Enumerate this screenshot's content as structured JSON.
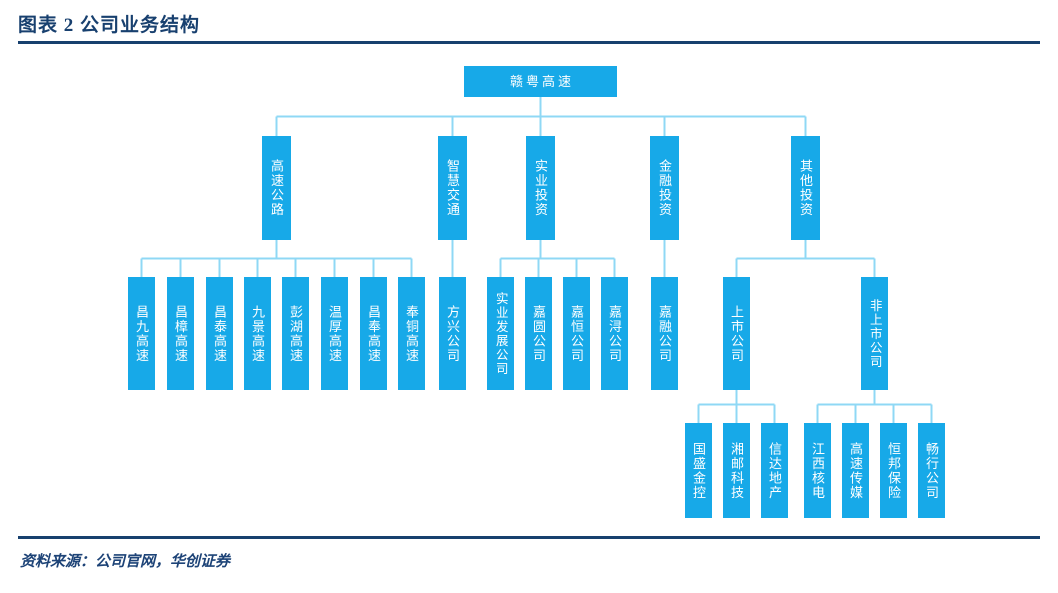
{
  "header": {
    "title": "图表 2  公司业务结构",
    "rule_color": "#17406E"
  },
  "footer": {
    "source": "资料来源：公司官网，华创证券"
  },
  "style": {
    "node_fill": "#17A9E8",
    "node_text": "#FFFFFF",
    "connector_color": "#8FD8F5"
  },
  "chart_data": {
    "type": "diagram",
    "diagram_kind": "organization-tree",
    "title": "图表 2  公司业务结构",
    "source": "资料来源：公司官网，华创证券",
    "root": "赣粤高速",
    "levels": [
      [
        "赣粤高速"
      ],
      [
        "高速公路",
        "智慧交通",
        "实业投资",
        "金融投资",
        "其他投资"
      ],
      [
        "昌九高速",
        "昌樟高速",
        "昌泰高速",
        "九景高速",
        "彭湖高速",
        "温厚高速",
        "昌奉高速",
        "奉铜高速",
        "方兴公司",
        "实业发展公司",
        "嘉圆公司",
        "嘉恒公司",
        "嘉浔公司",
        "嘉融公司",
        "上市公司",
        "非上市公司"
      ],
      [
        "国盛金控",
        "湘邮科技",
        "信达地产",
        "江西核电",
        "高速传媒",
        "恒邦保险",
        "畅行公司"
      ]
    ],
    "edges": [
      {
        "parent": "赣粤高速",
        "children": [
          "高速公路",
          "智慧交通",
          "实业投资",
          "金融投资",
          "其他投资"
        ]
      },
      {
        "parent": "高速公路",
        "children": [
          "昌九高速",
          "昌樟高速",
          "昌泰高速",
          "九景高速",
          "彭湖高速",
          "温厚高速",
          "昌奉高速",
          "奉铜高速"
        ]
      },
      {
        "parent": "智慧交通",
        "children": [
          "方兴公司"
        ]
      },
      {
        "parent": "实业投资",
        "children": [
          "实业发展公司",
          "嘉圆公司",
          "嘉恒公司",
          "嘉浔公司"
        ]
      },
      {
        "parent": "金融投资",
        "children": [
          "嘉融公司"
        ]
      },
      {
        "parent": "其他投资",
        "children": [
          "上市公司",
          "非上市公司"
        ]
      },
      {
        "parent": "上市公司",
        "children": [
          "国盛金控",
          "湘邮科技",
          "信达地产"
        ]
      },
      {
        "parent": "非上市公司",
        "children": [
          "江西核电",
          "高速传媒",
          "恒邦保险",
          "畅行公司"
        ]
      }
    ]
  },
  "nodes": {
    "root": {
      "label": "赣粤高速"
    },
    "level2": [
      {
        "id": "gaosu-gonglu",
        "label": "高速公路"
      },
      {
        "id": "zhihui-jiaotong",
        "label": "智慧交通"
      },
      {
        "id": "shiye-touzi",
        "label": "实业投资"
      },
      {
        "id": "jinrong-touzi",
        "label": "金融投资"
      },
      {
        "id": "qita-touzi",
        "label": "其他投资"
      }
    ],
    "level3": [
      {
        "id": "changjiu",
        "label": "昌九高速"
      },
      {
        "id": "changzhang",
        "label": "昌樟高速"
      },
      {
        "id": "changtai",
        "label": "昌泰高速"
      },
      {
        "id": "jiujing",
        "label": "九景高速"
      },
      {
        "id": "penghu",
        "label": "彭湖高速"
      },
      {
        "id": "wenhou",
        "label": "温厚高速"
      },
      {
        "id": "changfeng",
        "label": "昌奉高速"
      },
      {
        "id": "fengtong",
        "label": "奉铜高速"
      },
      {
        "id": "fangxing",
        "label": "方兴公司"
      },
      {
        "id": "shiyefazhan",
        "label": "实业发展公司"
      },
      {
        "id": "jiayuan",
        "label": "嘉圆公司"
      },
      {
        "id": "jiaheng",
        "label": "嘉恒公司"
      },
      {
        "id": "jiaxun",
        "label": "嘉浔公司"
      },
      {
        "id": "jiarong",
        "label": "嘉融公司"
      },
      {
        "id": "shangshi",
        "label": "上市公司"
      },
      {
        "id": "feishangshi",
        "label": "非上市公司"
      }
    ],
    "level4": [
      {
        "id": "guoshengjinkong",
        "label": "国盛金控"
      },
      {
        "id": "xiangyoukeji",
        "label": "湘邮科技"
      },
      {
        "id": "xindadichan",
        "label": "信达地产"
      },
      {
        "id": "jiangxihedian",
        "label": "江西核电"
      },
      {
        "id": "gaosuchuanmei",
        "label": "高速传媒"
      },
      {
        "id": "hengbangbaoxian",
        "label": "恒邦保险"
      },
      {
        "id": "changxinggongsi",
        "label": "畅行公司"
      }
    ]
  }
}
